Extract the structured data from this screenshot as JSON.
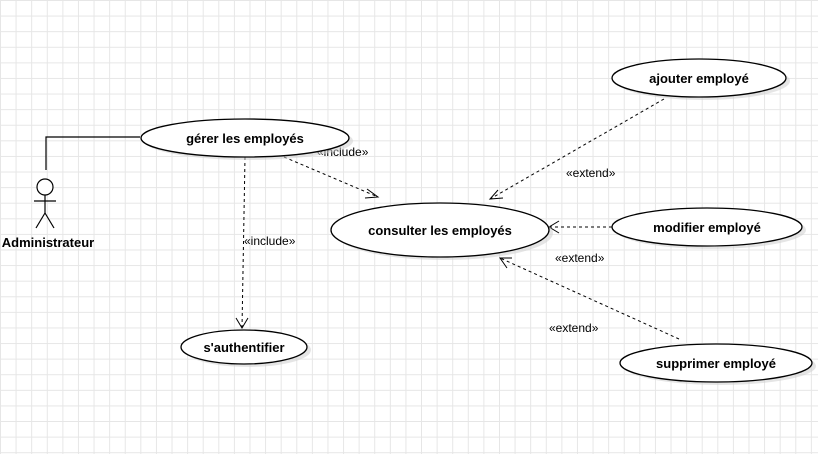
{
  "diagram": {
    "actor": {
      "label": "Administrateur"
    },
    "use_cases": {
      "gerer": "gérer les employés",
      "consulter": "consulter les employés",
      "authentifier": "s'authentifier",
      "ajouter": "ajouter employé",
      "modifier": "modifier employé",
      "supprimer": "supprimer employé"
    },
    "relations": {
      "include_consulter": "«include»",
      "include_authentifier": "«include»",
      "extend_ajouter": "«extend»",
      "extend_modifier": "«extend»",
      "extend_supprimer": "«extend»"
    }
  }
}
